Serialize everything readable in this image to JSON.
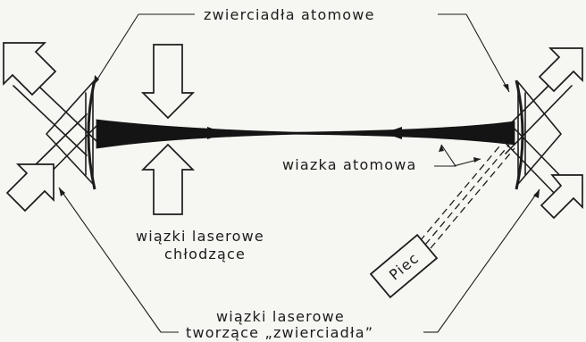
{
  "labels": {
    "atomic_mirrors": "zwierciadła atomowe",
    "atomic_beam": "wiazka atomowa",
    "cooling_beams_line1": "wiązki laserowe",
    "cooling_beams_line2": "chłodzące",
    "oven": "Piec",
    "mirror_beams_line1": "wiązki laserowe",
    "mirror_beams_line2": "tworzące „zwierciadła”"
  },
  "colors": {
    "ink": "#1c1c1c",
    "paper": "#f6f6f2"
  }
}
